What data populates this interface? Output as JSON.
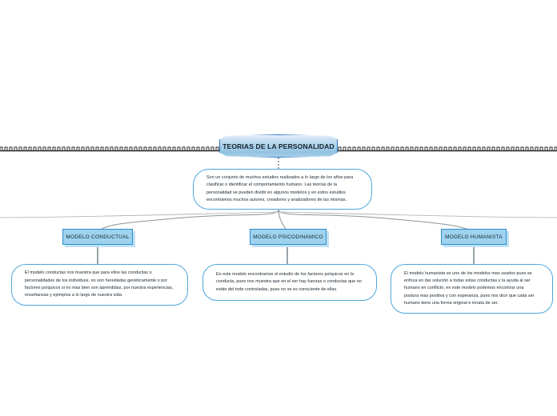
{
  "document": {
    "type": "mind-map",
    "background_color": "#ffffff",
    "accent_color": "#2d8ec9",
    "node_fill_color": "#9ed2ef",
    "bubble_border_color": "#4ea8dd"
  },
  "root": {
    "title": "TEORIAS DE LA PERSONALIDAD",
    "description": "Son un conjunto de muchos estudios realizados a lo largo de los años para clasificar o identificar el comportamiento humano. Las teorías de la personalidad se pueden dividir en algunos modelos y en estos estudios encontramos muchos autores, creadores y analizadores de las mismas."
  },
  "branches": [
    {
      "id": "modelo-conductual",
      "title": "MODELO CONDUCTUAL",
      "description": "El modelo conductas nos muestra que para ellos las conductas o personalidades de los individuos, no son heredadas genéticamente o por factores psíquicos si no mas bien son aprendidas, por nuestra experiencias, enseñanzas y ejemplos a lo largo de nuestra vida."
    },
    {
      "id": "modelo-psicodinamico",
      "title": "MODELO PSICODINAMICO",
      "description": "En este modelo encontramos el estudio de los factores psíquicos en la conducta, pues nos muestra que en el ser hay fuerzas o conductas que no están del todo controladas, pues no se es consciente de ellas."
    },
    {
      "id": "modelo-humanista",
      "title": "MODELO HUMANISTA",
      "description": "El modelo humanista es uno de los modelos mas usados pues se enfoca en dar solución a todas estas conductas y la ayuda al ser humano en conflicto, en este modelo podemos encontrar una postura mas positiva y con esperanza, pues nos dice que cada ser humano tiene una forma original e innata de ser."
    }
  ]
}
